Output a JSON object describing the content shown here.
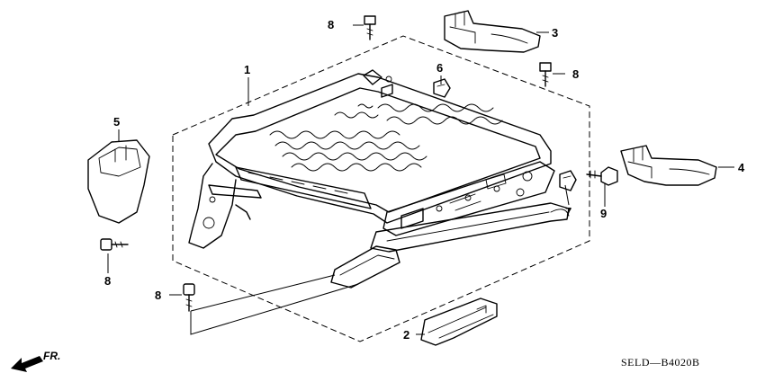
{
  "diagram_code": "SELD—B4020B",
  "direction_label": "FR.",
  "callouts": [
    {
      "id": "c1",
      "label": "1"
    },
    {
      "id": "c2",
      "label": "2"
    },
    {
      "id": "c3",
      "label": "3"
    },
    {
      "id": "c4",
      "label": "4"
    },
    {
      "id": "c5",
      "label": "5"
    },
    {
      "id": "c6",
      "label": "6"
    },
    {
      "id": "c7",
      "label": "7"
    },
    {
      "id": "c8a",
      "label": "8"
    },
    {
      "id": "c8b",
      "label": "8"
    },
    {
      "id": "c8c",
      "label": "8"
    },
    {
      "id": "c8d",
      "label": "8"
    },
    {
      "id": "c9",
      "label": "9"
    }
  ]
}
